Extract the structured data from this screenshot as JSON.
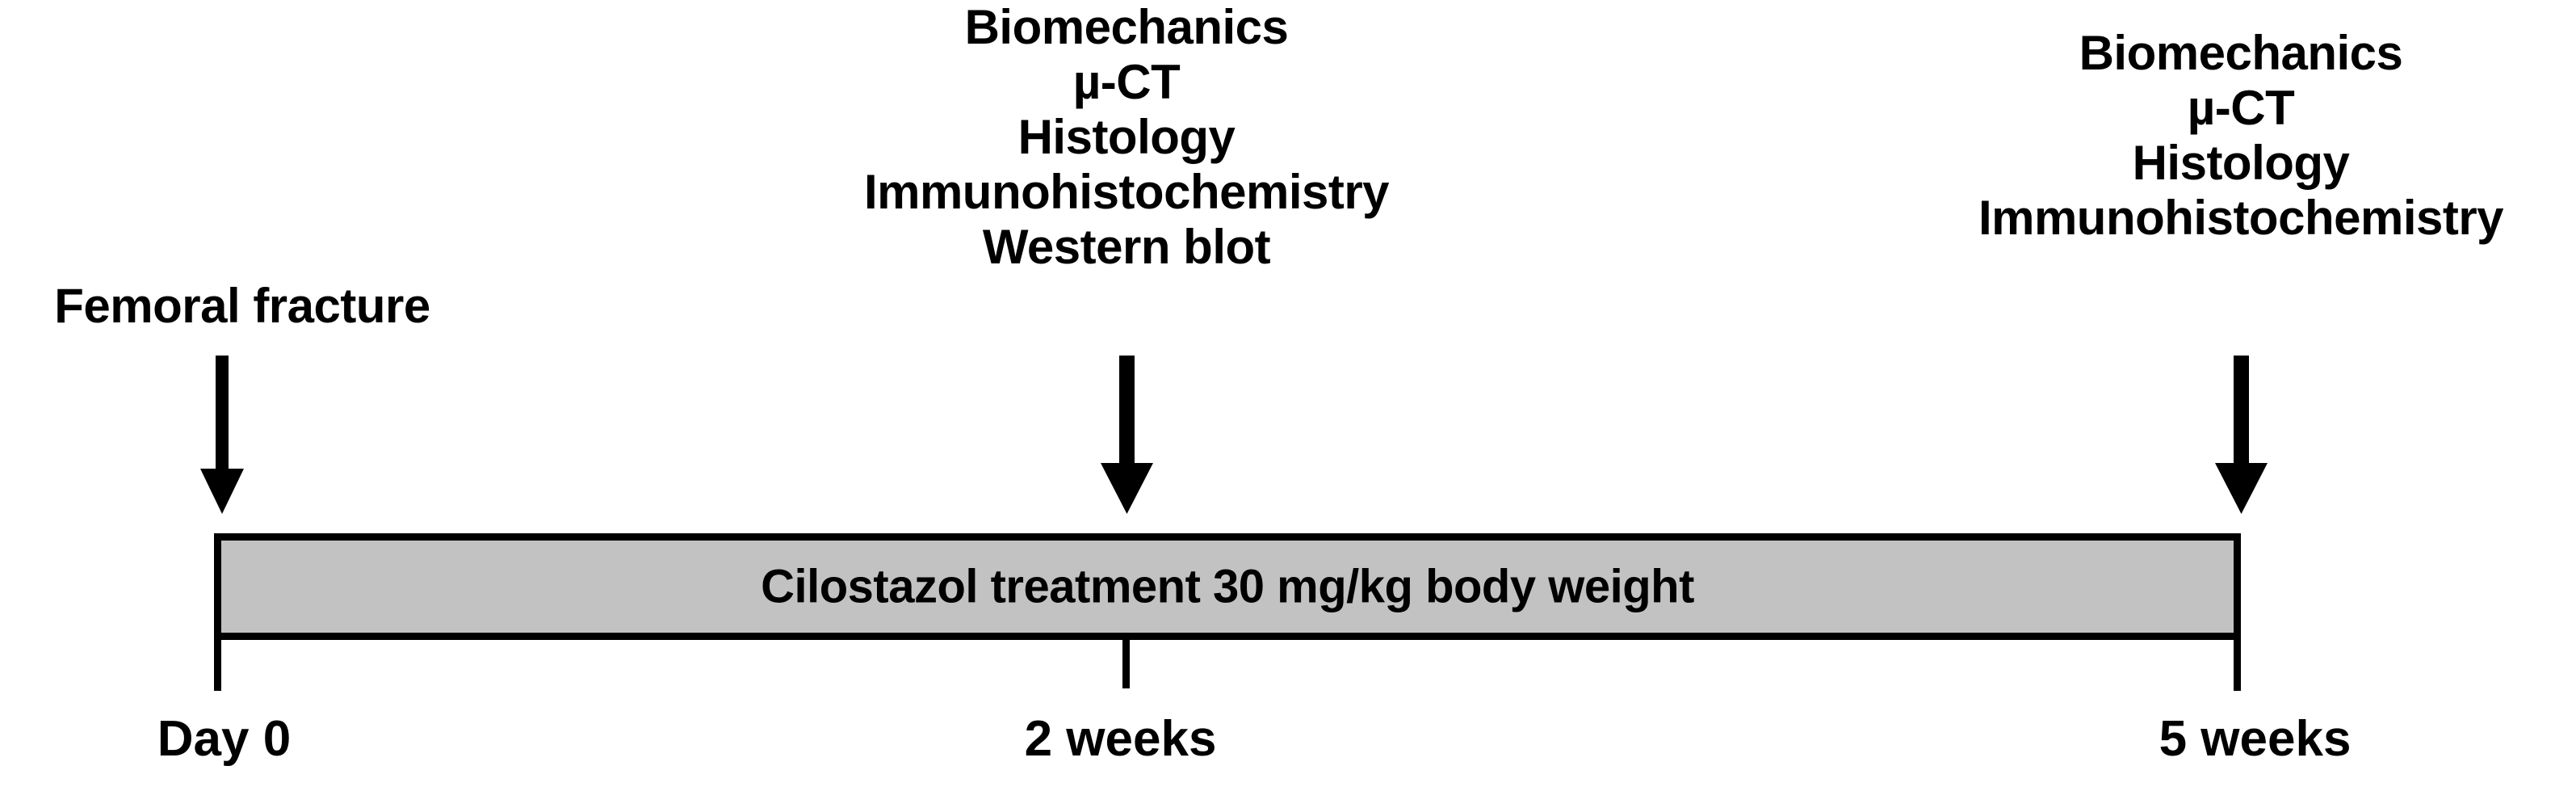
{
  "figure": {
    "type": "study-timeline",
    "background_color": "#ffffff",
    "ink_color": "#000000",
    "bar_fill_color": "#c2c2c2"
  },
  "timeline": {
    "bar_label": "Cilostazol treatment 30 mg/kg body weight",
    "axis_labels": [
      {
        "key": "day0",
        "text": "Day 0"
      },
      {
        "key": "week2",
        "text": "2 weeks"
      },
      {
        "key": "week5",
        "text": "5 weeks"
      }
    ]
  },
  "annotations": {
    "left": {
      "event": "Femoral fracture",
      "lines": [
        "Femoral fracture"
      ]
    },
    "center": {
      "lines": [
        "Biomechanics",
        "µ-CT",
        "Histology",
        "Immunohistochemistry",
        "Western blot"
      ]
    },
    "right": {
      "lines": [
        "Biomechanics",
        "µ-CT",
        "Histology",
        "Immunohistochemistry"
      ]
    }
  },
  "icons": {
    "arrow_down": "arrow-down-icon"
  }
}
